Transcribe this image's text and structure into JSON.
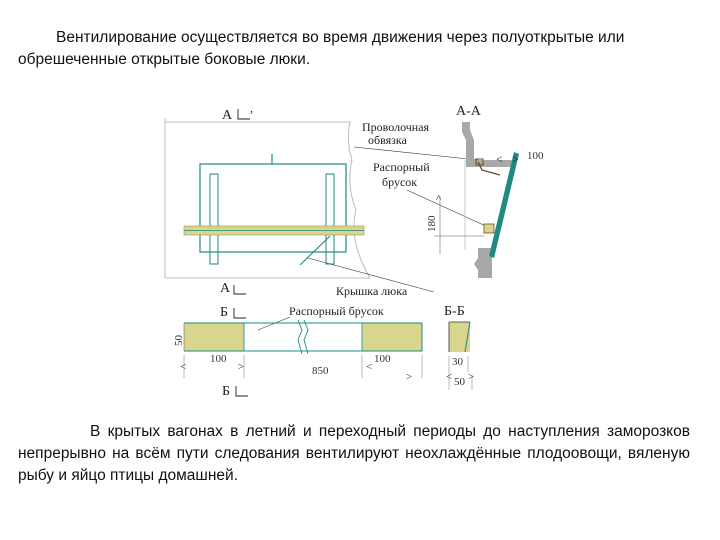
{
  "text": {
    "intro": "Вентилирование осуществляется во время движения через полуоткрытые или обрешеченные открытые боковые люки.",
    "body": "В крытых вагонах в летний и переходный периоды до наступления заморозков непрерывно на всём пути следования вентилируют неохлаждённые плодоовощи, вяленую рыбу и яйцо птицы домашней."
  },
  "figure": {
    "section_a_top": "А",
    "section_aa": "А-А",
    "wire_label_1": "Проволочная",
    "wire_label_2": "обвязка",
    "spacer_label_1": "Распорный",
    "spacer_label_2": "брусок",
    "dim_100_top": "100",
    "dim_180": "180",
    "section_a_bottom": "А",
    "hatch_cover": "Крышка люка",
    "section_b_top": "Б",
    "spacer_bar": "Распорный брусок",
    "section_bb": "Б-Б",
    "dim_50_vert": "50",
    "dim_100_left": "100",
    "dim_850": "850",
    "dim_100_right": "100",
    "dim_30": "30",
    "dim_50_bottom": "50",
    "section_b_bottom": "Б"
  },
  "colors": {
    "teal": "#1e8a80",
    "olive": "#d7d58e",
    "grey": "#a8a8a8",
    "brown": "#6e4a28"
  }
}
